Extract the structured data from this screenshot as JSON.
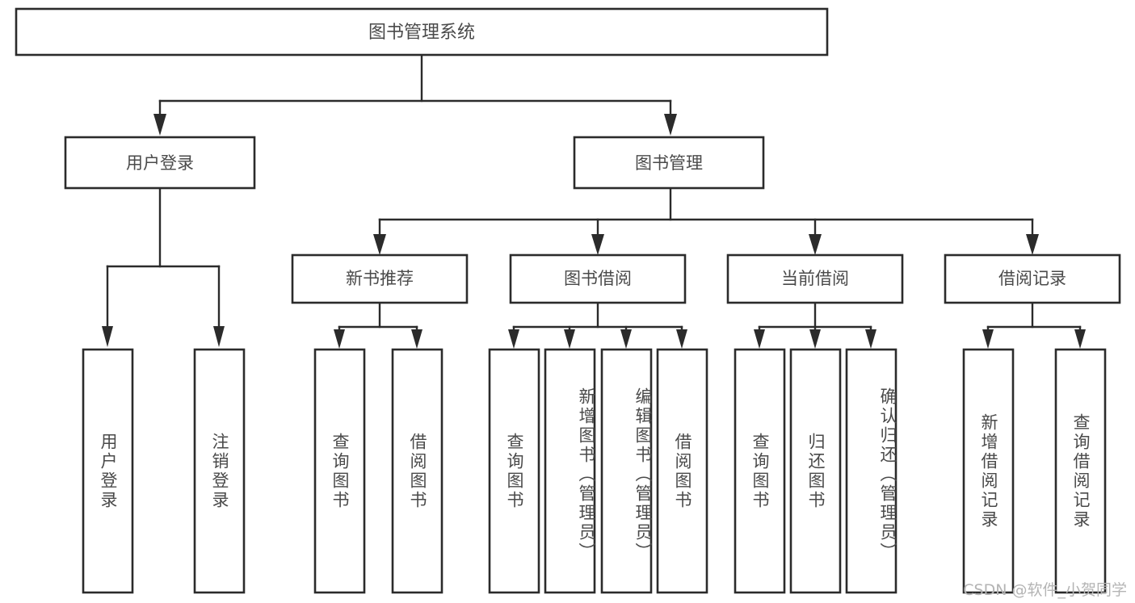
{
  "diagram": {
    "title": "图书管理系统",
    "type": "hierarchy-tree",
    "root": {
      "label": "图书管理系统"
    },
    "level2": [
      {
        "label": "用户登录"
      },
      {
        "label": "图书管理"
      }
    ],
    "level3": [
      {
        "label": "新书推荐"
      },
      {
        "label": "图书借阅"
      },
      {
        "label": "当前借阅"
      },
      {
        "label": "借阅记录"
      }
    ],
    "leaves": {
      "user_login": [
        {
          "label": "用户登录"
        },
        {
          "label": "注销登录"
        }
      ],
      "new_book_recommend": [
        {
          "label": "查询图书"
        },
        {
          "label": "借阅图书"
        }
      ],
      "book_borrow": [
        {
          "label": "查询图书"
        },
        {
          "label": "新增图书（管理员）"
        },
        {
          "label": "编辑图书（管理员）"
        },
        {
          "label": "借阅图书"
        }
      ],
      "current_borrow": [
        {
          "label": "查询图书"
        },
        {
          "label": "归还图书"
        },
        {
          "label": "确认归还（管理员）"
        }
      ],
      "borrow_record": [
        {
          "label": "新增借阅记录"
        },
        {
          "label": "查询借阅记录"
        }
      ]
    }
  },
  "watermark": {
    "text": "CSDN @软件_小贺同学"
  },
  "colors": {
    "box_stroke": "#2b2b2b",
    "box_fill": "#ffffff",
    "text": "#4a4a4a",
    "watermark": "#b4b4b4",
    "background": "#ffffff"
  }
}
